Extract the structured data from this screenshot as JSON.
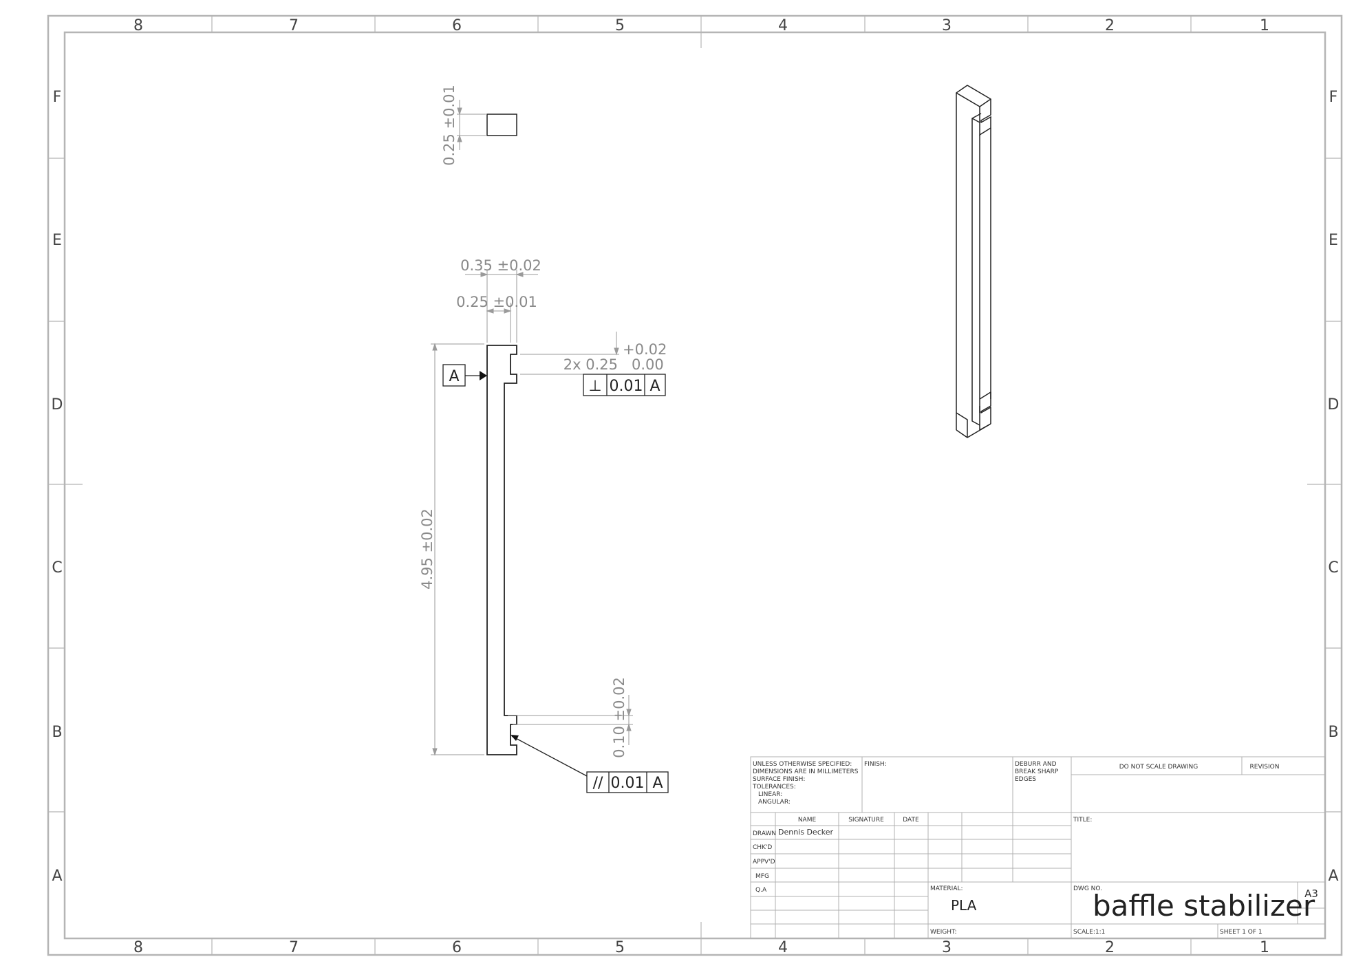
{
  "zones": {
    "columns": [
      "8",
      "7",
      "6",
      "5",
      "4",
      "3",
      "2",
      "1"
    ],
    "rows": [
      "F",
      "E",
      "D",
      "C",
      "B",
      "A"
    ]
  },
  "dimensions": {
    "end_thickness": "0.25 ±0.01",
    "overall_width": "0.35 ±0.02",
    "bar_width": "0.25 ±0.01",
    "slot_upper_tol": "+0.02",
    "slot_width_prefix": "2x 0.25",
    "slot_lower_tol": "0.00",
    "overall_length": "4.95 ±0.02",
    "slot_depth": "0.10 ±0.02"
  },
  "datum": {
    "label": "A"
  },
  "tolerances": {
    "perpendicularity": {
      "symbol": "⊥",
      "value": "0.01",
      "datum": "A"
    },
    "parallelism": {
      "symbol": "//",
      "value": "0.01",
      "datum": "A"
    }
  },
  "title_block": {
    "notes": [
      "UNLESS OTHERWISE SPECIFIED:",
      "DIMENSIONS ARE IN MILLIMETERS",
      "SURFACE FINISH:",
      "TOLERANCES:",
      "LINEAR:",
      "ANGULAR:"
    ],
    "finish_label": "FINISH:",
    "deburr": [
      "DEBURR AND",
      "BREAK SHARP",
      "EDGES"
    ],
    "no_scale": "DO NOT SCALE DRAWING",
    "revision_label": "REVISION",
    "col_headers": {
      "name": "NAME",
      "signature": "SIGNATURE",
      "date": "DATE"
    },
    "roles": [
      "DRAWN",
      "CHK'D",
      "APPV'D",
      "MFG",
      "Q.A"
    ],
    "drawn_by": "Dennis Decker",
    "title_label": "TITLE:",
    "material_label": "MATERIAL:",
    "material": "PLA",
    "weight_label": "WEIGHT:",
    "dwg_no_label": "DWG NO.",
    "drawing_title": "baffle stabilizer",
    "size": "A3",
    "scale": "SCALE:1:1",
    "sheet": "SHEET 1 OF 1"
  }
}
